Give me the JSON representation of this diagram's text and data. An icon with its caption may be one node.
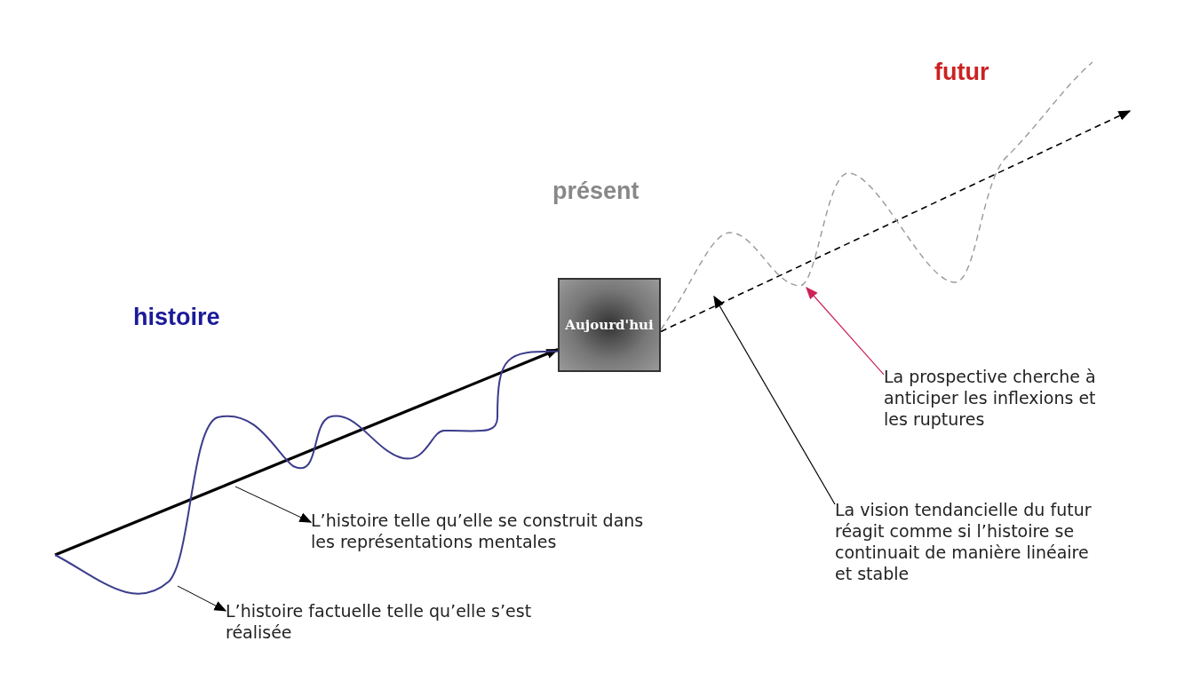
{
  "diagram": {
    "nodes": [
      {
        "text": [
          "Aujourd'hui"
        ]
      },
      {
        "text": [
          "L’histoire telle qu’elle se construit dans les représentations mentales"
        ]
      },
      {
        "text": [
          "L’histoire factuelle telle qu’elle s’est réalisée"
        ]
      },
      {
        "text": [
          "La vision tendancielle du futur réagit comme si l’histoire se continuait de manière linéaire et stable"
        ]
      },
      {
        "text": [
          "La prospective cherche à anticiper les inflexions et les ruptures"
        ]
      }
    ],
    "edges": [
      {
        "from": null,
        "to": 0,
        "arrow": "to",
        "style": "thick"
      },
      {
        "from": null,
        "to": 0,
        "arrow": "none",
        "color": "#3c3c8c"
      },
      {
        "from": 0,
        "to": null,
        "arrow": "to",
        "style": "dashed"
      },
      {
        "from": 0,
        "to": null,
        "arrow": "none",
        "style": "dashed",
        "color": "#999999"
      },
      {
        "from": null,
        "to": 1,
        "arrow": "to"
      },
      {
        "from": null,
        "to": 2,
        "arrow": "to"
      },
      {
        "from": 3,
        "to": null,
        "arrow": "to"
      },
      {
        "from": 4,
        "to": null,
        "arrow": "to",
        "color": "#cc2255"
      }
    ],
    "labels": [
      "futur",
      "présent",
      "histoire"
    ]
  }
}
